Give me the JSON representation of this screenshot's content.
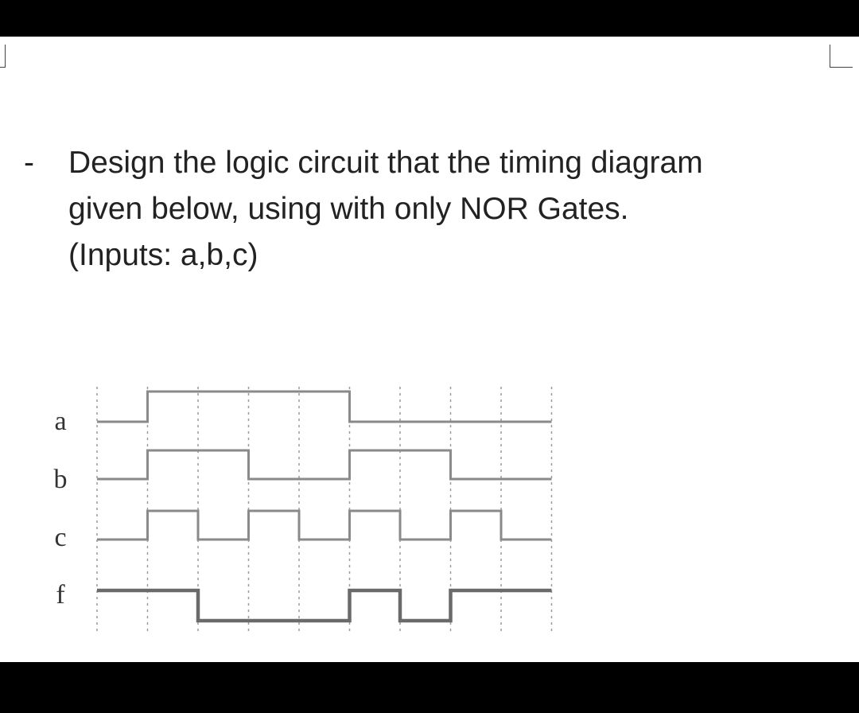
{
  "question": {
    "bullet": "-",
    "lines": [
      "Design the logic circuit that the timing diagram",
      "given below, using with only NOR Gates.",
      "(Inputs: a,b,c)"
    ]
  },
  "timing_diagram": {
    "signals": [
      {
        "name": "a",
        "levels": [
          0,
          1,
          1,
          1,
          1,
          0,
          0,
          0,
          0
        ]
      },
      {
        "name": "b",
        "levels": [
          0,
          1,
          1,
          0,
          0,
          1,
          1,
          0,
          0
        ]
      },
      {
        "name": "c",
        "levels": [
          0,
          1,
          0,
          1,
          0,
          1,
          0,
          1,
          0
        ]
      },
      {
        "name": "f",
        "levels": [
          1,
          1,
          0,
          0,
          0,
          1,
          0,
          1,
          1
        ]
      }
    ],
    "line_colors": {
      "inputs": "#8a8a8a",
      "output": "#6a6a6a",
      "grid": "#9a9a9a"
    }
  }
}
